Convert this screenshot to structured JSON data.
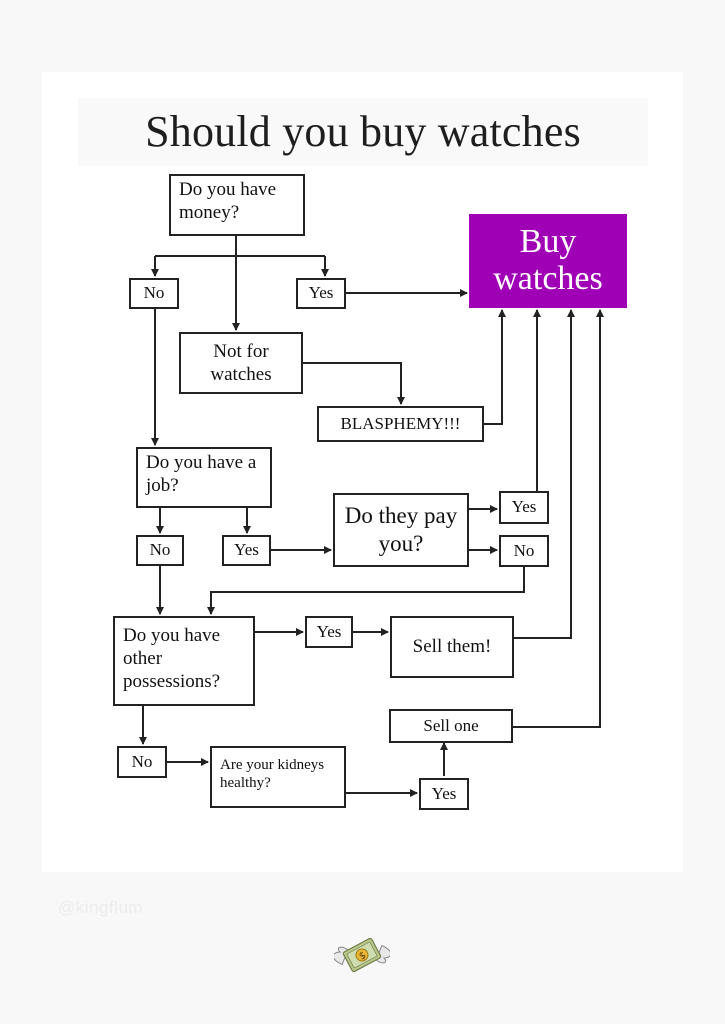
{
  "title": "Should you buy watches",
  "nodes": {
    "money_q": "Do you have money?",
    "no1": "No",
    "yes1": "Yes",
    "buy": "Buy watches",
    "not_for": "Not for watches",
    "blasphemy": "BLASPHEMY!!!",
    "job_q": "Do you have a job?",
    "no2": "No",
    "yes2": "Yes",
    "pay_q": "Do they pay you?",
    "yes3": "Yes",
    "no3": "No",
    "poss_q": "Do you have other possessions?",
    "yes4": "Yes",
    "sell_them": "Sell them!",
    "no4": "No",
    "kidney_q": "Are your kidneys healthy?",
    "sell_one": "Sell one",
    "yes5": "Yes"
  },
  "watermark": "@kingflum",
  "colors": {
    "accent": "#a000b5",
    "line": "#222222"
  },
  "icon": "money-with-wings-emoji"
}
